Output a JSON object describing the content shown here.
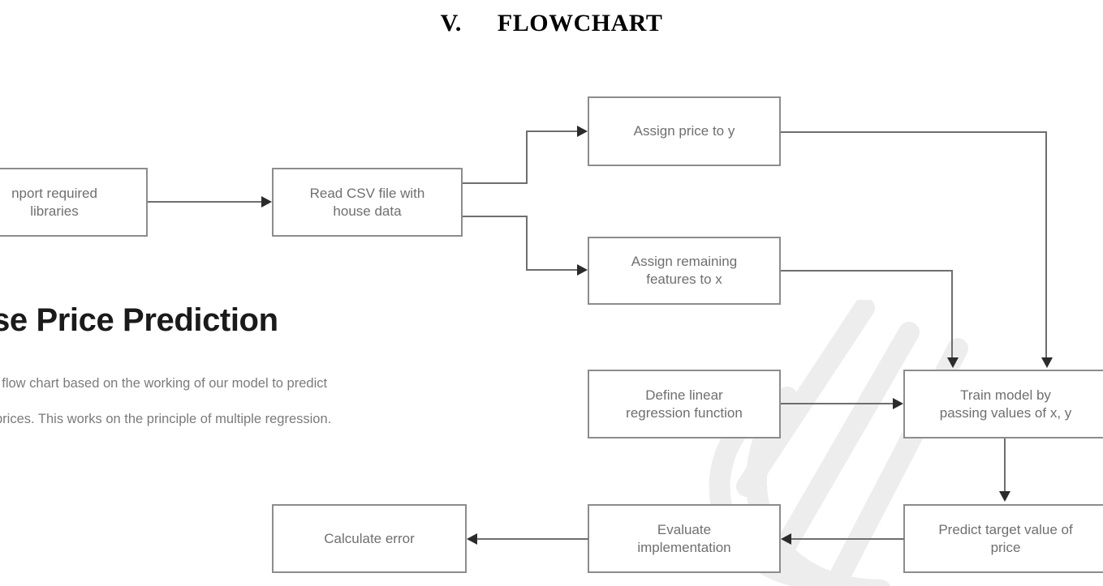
{
  "heading": {
    "numeral": "V.",
    "title": "FLOWCHART"
  },
  "article": {
    "title": "ouse Price Prediction",
    "line1": "is a flow chart based on the working of our model to predict",
    "line2": "se prices. This works on the principle of multiple regression."
  },
  "chart_data": {
    "type": "diagram",
    "title": "FLOWCHART",
    "nodes": [
      {
        "id": "import-libraries",
        "label": "nport required\nlibraries"
      },
      {
        "id": "read-csv",
        "label": "Read CSV file with\nhouse data"
      },
      {
        "id": "assign-price-y",
        "label": "Assign price to y"
      },
      {
        "id": "assign-features-x",
        "label": "Assign remaining\nfeatures to x"
      },
      {
        "id": "define-regression",
        "label": "Define linear\nregression function"
      },
      {
        "id": "train-model",
        "label": "Train model by\npassing values of x, y"
      },
      {
        "id": "predict-price",
        "label": "Predict target value of\nprice"
      },
      {
        "id": "evaluate",
        "label": "Evaluate\nimplementation"
      },
      {
        "id": "calculate-error",
        "label": "Calculate error"
      }
    ],
    "edges": [
      {
        "from": "import-libraries",
        "to": "read-csv"
      },
      {
        "from": "read-csv",
        "to": "assign-price-y"
      },
      {
        "from": "read-csv",
        "to": "assign-features-x"
      },
      {
        "from": "assign-price-y",
        "to": "train-model"
      },
      {
        "from": "assign-features-x",
        "to": "train-model"
      },
      {
        "from": "define-regression",
        "to": "train-model"
      },
      {
        "from": "train-model",
        "to": "predict-price"
      },
      {
        "from": "predict-price",
        "to": "evaluate"
      },
      {
        "from": "evaluate",
        "to": "calculate-error"
      }
    ]
  },
  "colors": {
    "node_border": "#8c8c8c",
    "node_text": "#6f6f6f",
    "connector": "#6e6e6e",
    "arrowhead": "#2b2b2b",
    "heading_text": "#000000",
    "watermark": "#ededed"
  }
}
